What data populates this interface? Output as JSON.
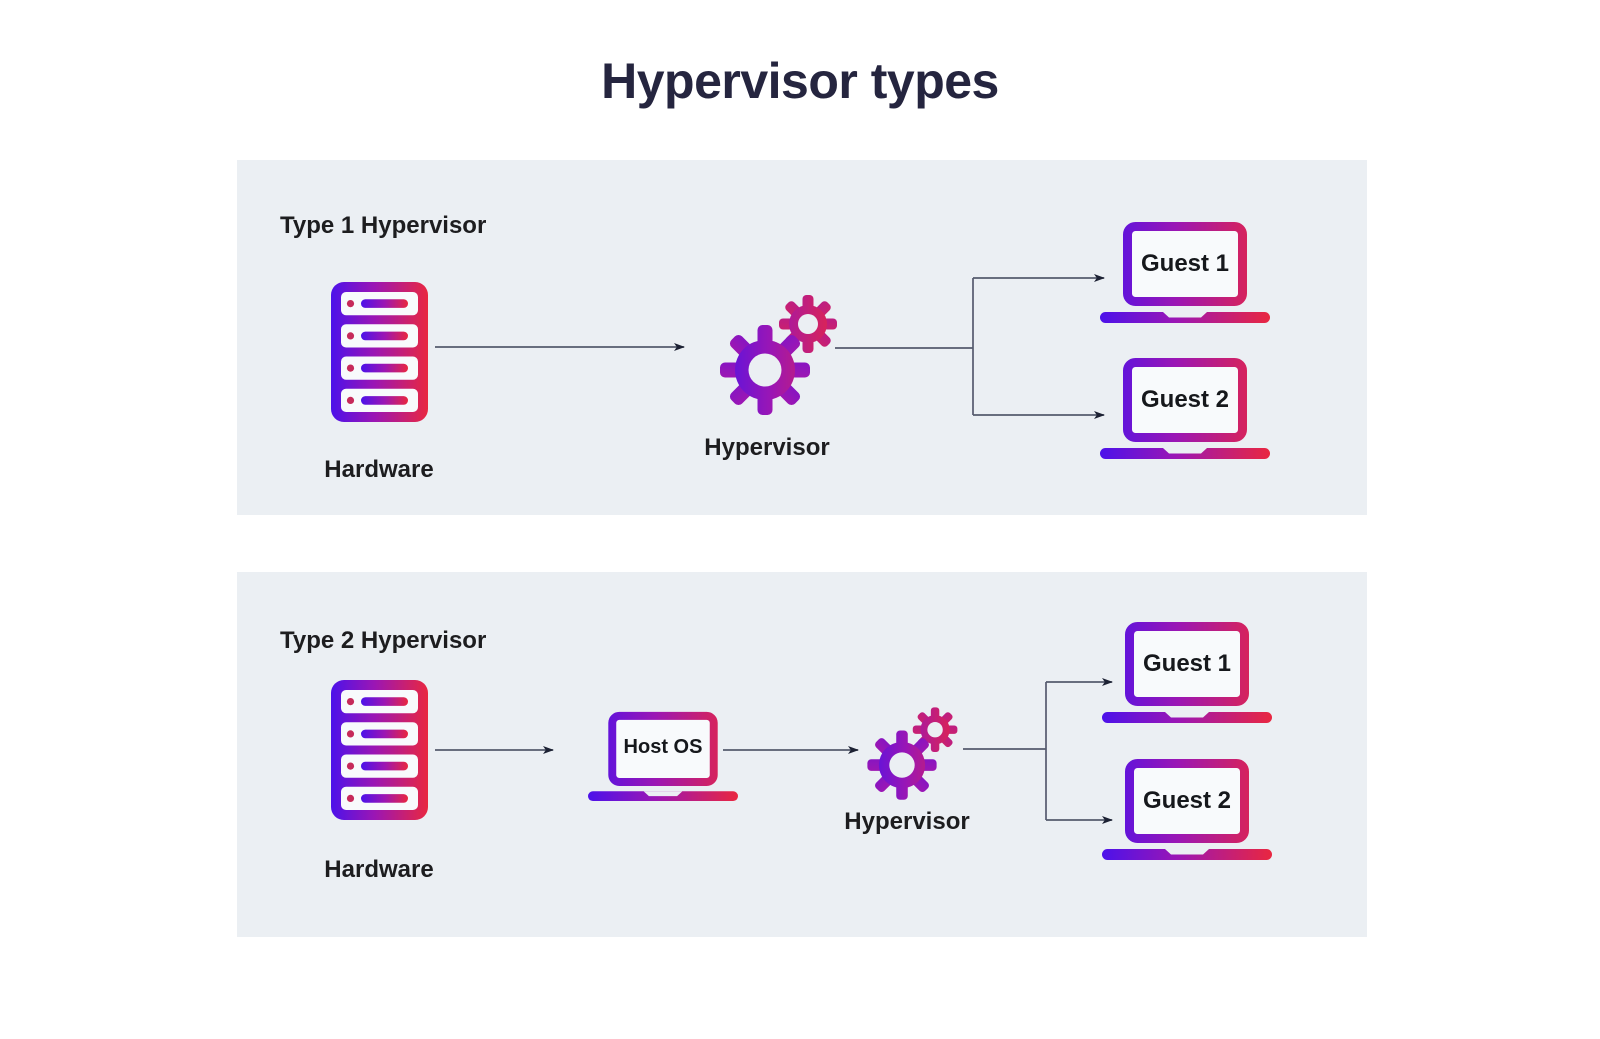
{
  "title": "Hypervisor types",
  "colors": {
    "panel_bg": "#ebeff3",
    "gradient_start": "#4c12ea",
    "gradient_mid": "#9b16b4",
    "gradient_end": "#e92740",
    "title_color": "#25253f",
    "label_color": "#1d1d1f",
    "arrow_line": "#565b6e",
    "arrow_head": "#1c2133",
    "screen_fill": "#f8fafc"
  },
  "icons": {
    "hardware": "server-icon",
    "hypervisor": "gears-icon",
    "host_os": "laptop-icon",
    "guest": "laptop-icon",
    "connector": "arrow-icon"
  },
  "panel1": {
    "label": "Type 1 Hypervisor",
    "hardware": "Hardware",
    "hypervisor": "Hypervisor",
    "guest1": "Guest 1",
    "guest2": "Guest 2"
  },
  "panel2": {
    "label": "Type 2 Hypervisor",
    "hardware": "Hardware",
    "host_os": "Host OS",
    "hypervisor": "Hypervisor",
    "guest1": "Guest 1",
    "guest2": "Guest 2"
  }
}
